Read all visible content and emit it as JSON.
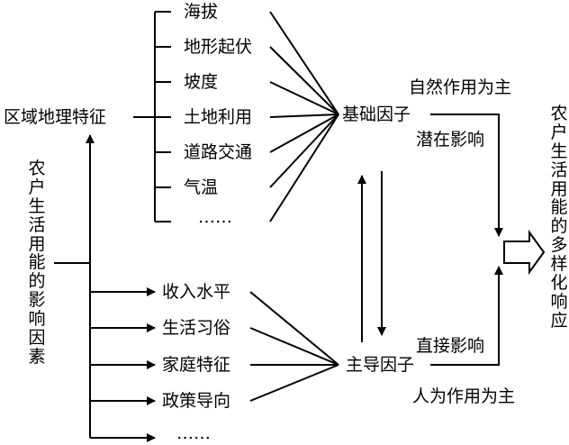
{
  "diagram": {
    "left_top_label": "区域地理特征",
    "left_vertical_label": "农户生活用能的影响因素",
    "natural_factors": [
      "海拔",
      "地形起伏",
      "坡度",
      "土地利用",
      "道路交通",
      "气温",
      "……"
    ],
    "human_factors": [
      "收入水平",
      "生活习俗",
      "家庭特征",
      "政策导向",
      "……"
    ],
    "basic_factor_label": "基础因子",
    "dominant_factor_label": "主导因子",
    "natural_main_label": "自然作用为主",
    "potential_influence_label": "潜在影响",
    "direct_influence_label": "直接影响",
    "human_main_label": "人为作用为主",
    "right_vertical_label": "农户生活用能的多样化响应"
  }
}
